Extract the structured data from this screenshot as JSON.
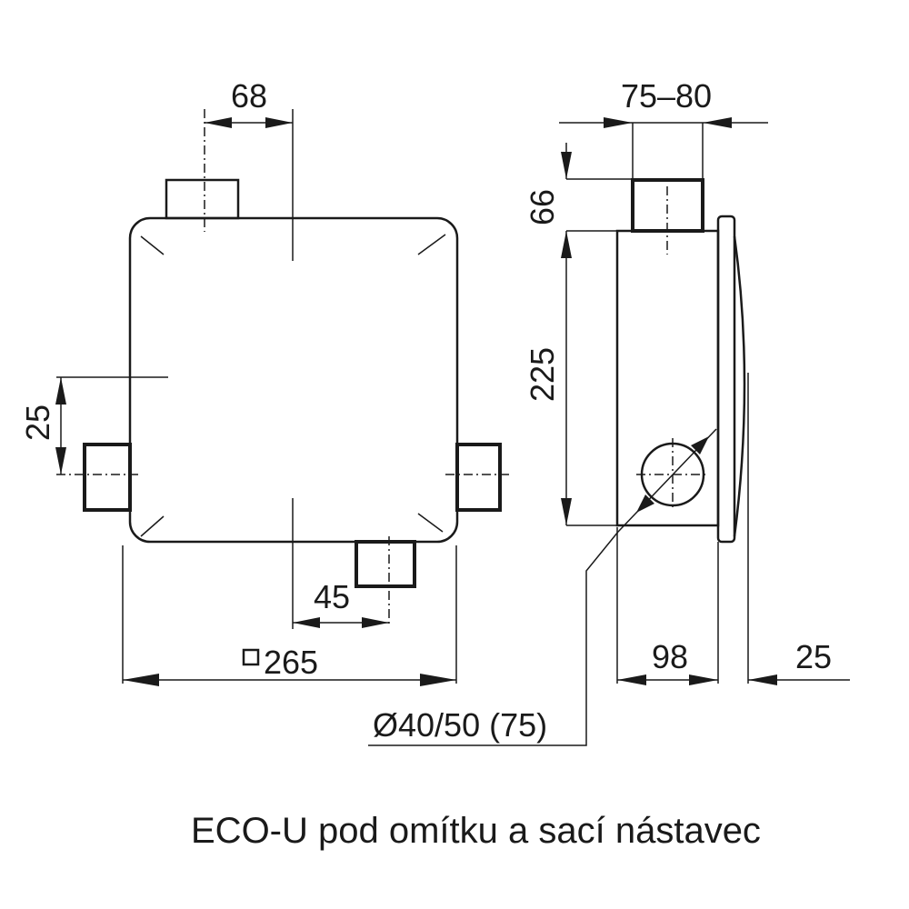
{
  "front_view": {
    "dim_top_offset": "68",
    "dim_side_offset": "25",
    "dim_bottom_offset": "45",
    "dim_width": "265"
  },
  "side_view": {
    "dim_port_width": "75–80",
    "dim_port_height": "66",
    "dim_body_height": "225",
    "dim_depth": "98",
    "dim_cover": "25",
    "diameter_label": "Ø40/50 (75)"
  },
  "caption": "ECO-U pod omítku a sací nástavec"
}
